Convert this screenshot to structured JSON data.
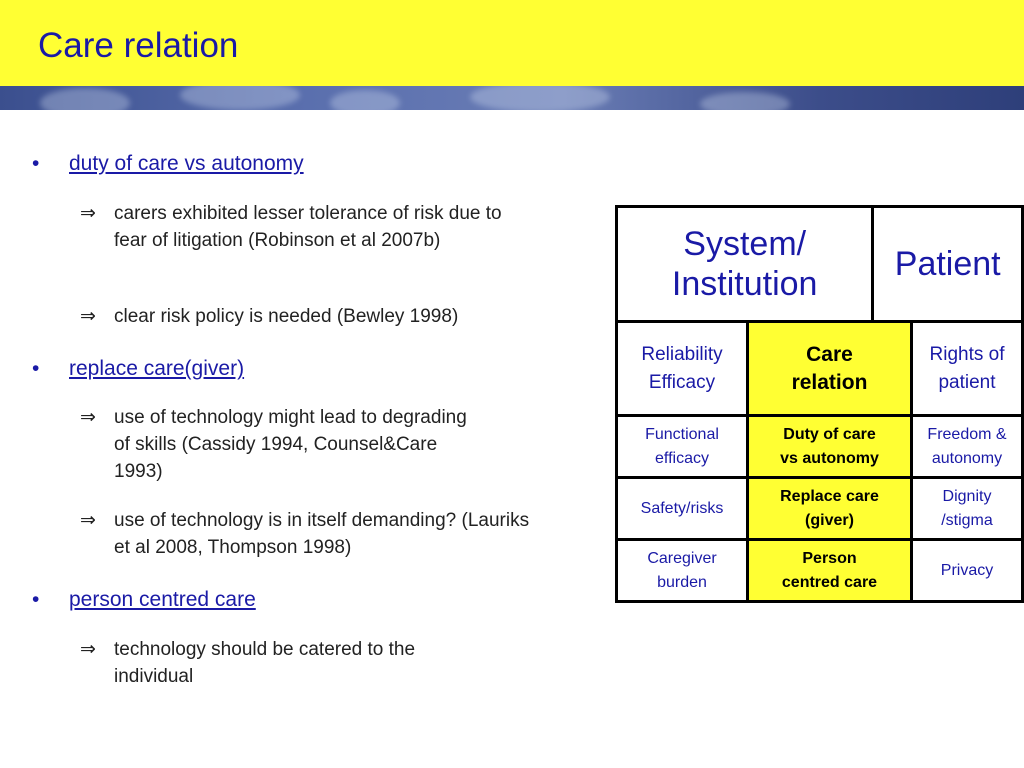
{
  "title": "Care relation",
  "bullets": [
    {
      "label": "duty of care vs autonomy",
      "subs": [
        "carers exhibited lesser tolerance of risk due to fear of litigation (Robinson et al 2007b)",
        "clear risk policy is needed (Bewley 1998)"
      ]
    },
    {
      "label": "replace care(giver)",
      "subs": [
        "use of technology might lead to degrading of skills (Cassidy 1994, Counsel&Care 1993)",
        "use of technology is in itself demanding? (Lauriks et al 2008, Thompson 1998)"
      ]
    },
    {
      "label": "person centred care",
      "subs": [
        "technology should be catered to the individual"
      ]
    }
  ],
  "symbols": {
    "bullet": "•",
    "arrow": "⇒"
  },
  "table": {
    "headers": {
      "system": "System/ Institution",
      "patient": "Patient"
    },
    "row_labels": {
      "left": "Reliability Efficacy",
      "middle": "Care relation",
      "right": "Rights of patient"
    },
    "rows": [
      [
        "Functional efficacy",
        "Duty of care vs autonomy",
        "Freedom & autonomy"
      ],
      [
        "Safety/risks",
        "Replace care (giver)",
        "Dignity /stigma"
      ],
      [
        "Caregiver burden",
        "Person centred care",
        "Privacy"
      ]
    ],
    "colors": {
      "highlight": "#ffff33",
      "text_blue": "#1a1aa6"
    }
  }
}
